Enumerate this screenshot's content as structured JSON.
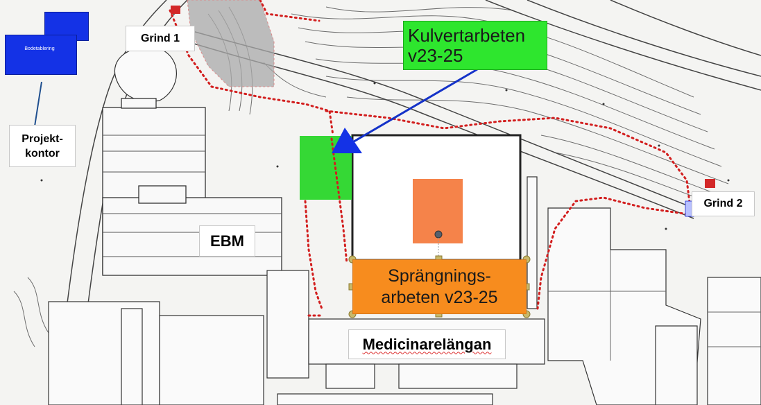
{
  "labels": {
    "grind1": "Grind 1",
    "grind2": "Grind 2",
    "projektkontor_line1": "Projekt-",
    "projektkontor_line2": "kontor",
    "ebm": "EBM",
    "medicinarelangan": "Medicinarelängan",
    "bodetablering": "Bodetablering"
  },
  "callouts": {
    "kulvert_line1": "Kulvertarbeten",
    "kulvert_line2": "v23-25",
    "sprang_line1": "Sprängnings-",
    "sprang_line2": "arbeten v23-25"
  },
  "colors": {
    "kulvert_green": "#2ee62e",
    "sprang_orange": "#f78c1e",
    "site_orange": "#f5834a",
    "arrow_blue": "#1432e6",
    "fence_red": "#d21e1e"
  }
}
